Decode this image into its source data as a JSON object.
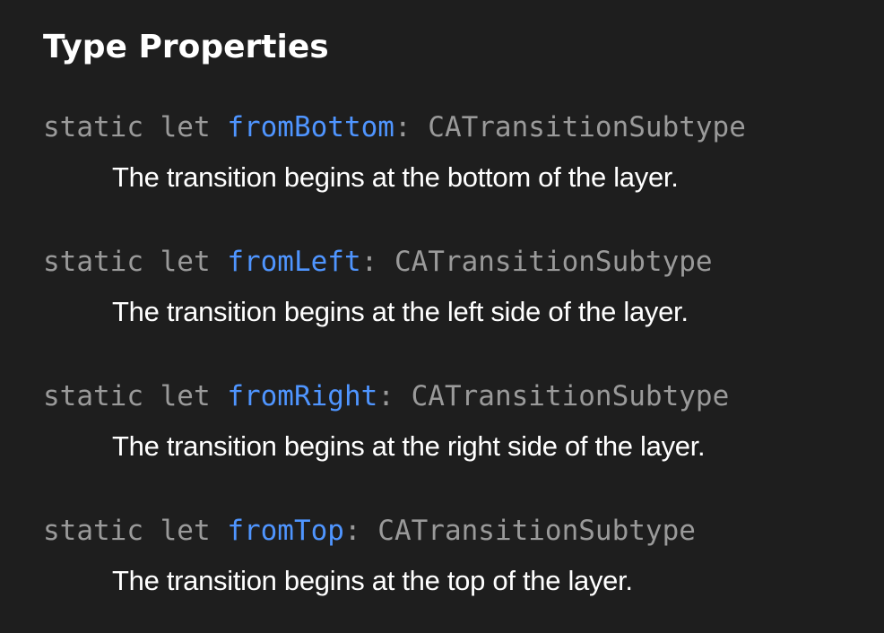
{
  "section": {
    "title": "Type Properties"
  },
  "properties": [
    {
      "keyword": "static let ",
      "name": "fromBottom",
      "separator": ": ",
      "type": "CATransitionSubtype",
      "description": "The transition begins at the bottom of the layer."
    },
    {
      "keyword": "static let ",
      "name": "fromLeft",
      "separator": ": ",
      "type": "CATransitionSubtype",
      "description": "The transition begins at the left side of the layer."
    },
    {
      "keyword": "static let ",
      "name": "fromRight",
      "separator": ": ",
      "type": "CATransitionSubtype",
      "description": "The transition begins at the right side of the layer."
    },
    {
      "keyword": "static let ",
      "name": "fromTop",
      "separator": ": ",
      "type": "CATransitionSubtype",
      "description": "The transition begins at the top of the layer."
    }
  ],
  "colors": {
    "background": "#1e1e1e",
    "symbol_link": "#4f95ff",
    "code_text": "#9a9a9a",
    "body_text": "#ffffff"
  }
}
